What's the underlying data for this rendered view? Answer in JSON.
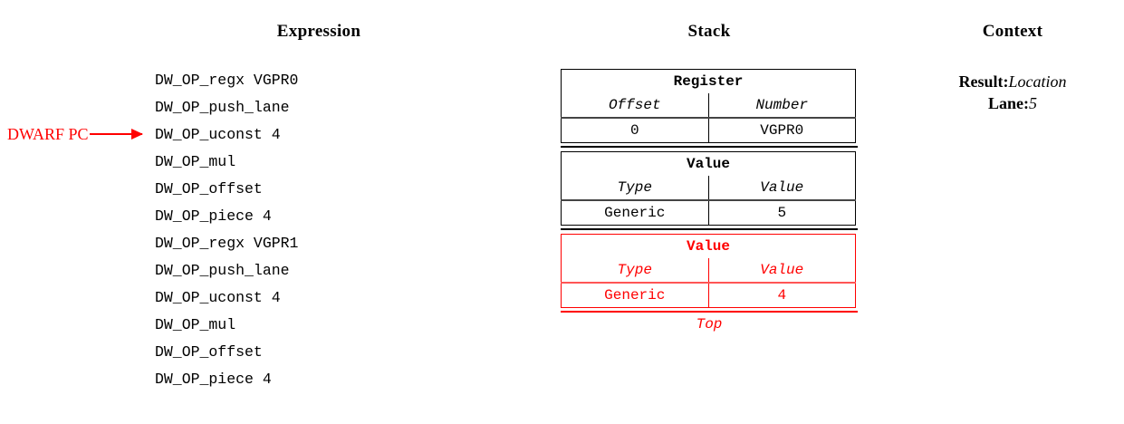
{
  "headings": {
    "expression": "Expression",
    "stack": "Stack",
    "context": "Context"
  },
  "pc_marker": {
    "label": "DWARF PC",
    "points_to_line_index": 3,
    "color": "#ff0000"
  },
  "expression": {
    "lines": [
      "DW_OP_regx VGPR0",
      "DW_OP_push_lane",
      "DW_OP_uconst 4",
      "DW_OP_mul",
      "DW_OP_offset",
      "DW_OP_piece 4",
      "DW_OP_regx VGPR1",
      "DW_OP_push_lane",
      "DW_OP_uconst 4",
      "DW_OP_mul",
      "DW_OP_offset",
      "DW_OP_piece 4"
    ]
  },
  "stack": {
    "top_label": "Top",
    "frames": [
      {
        "title": "Register",
        "columns": [
          "Offset",
          "Number"
        ],
        "values": [
          "0",
          "VGPR0"
        ],
        "color": "#000000",
        "highlighted": false
      },
      {
        "title": "Value",
        "columns": [
          "Type",
          "Value"
        ],
        "values": [
          "Generic",
          "5"
        ],
        "color": "#000000",
        "highlighted": false
      },
      {
        "title": "Value",
        "columns": [
          "Type",
          "Value"
        ],
        "values": [
          "Generic",
          "4"
        ],
        "color": "#ff0000",
        "highlighted": true
      }
    ]
  },
  "context": {
    "entries": [
      {
        "key": "Result:",
        "value": "Location"
      },
      {
        "key": "Lane:",
        "value": "5"
      }
    ]
  }
}
